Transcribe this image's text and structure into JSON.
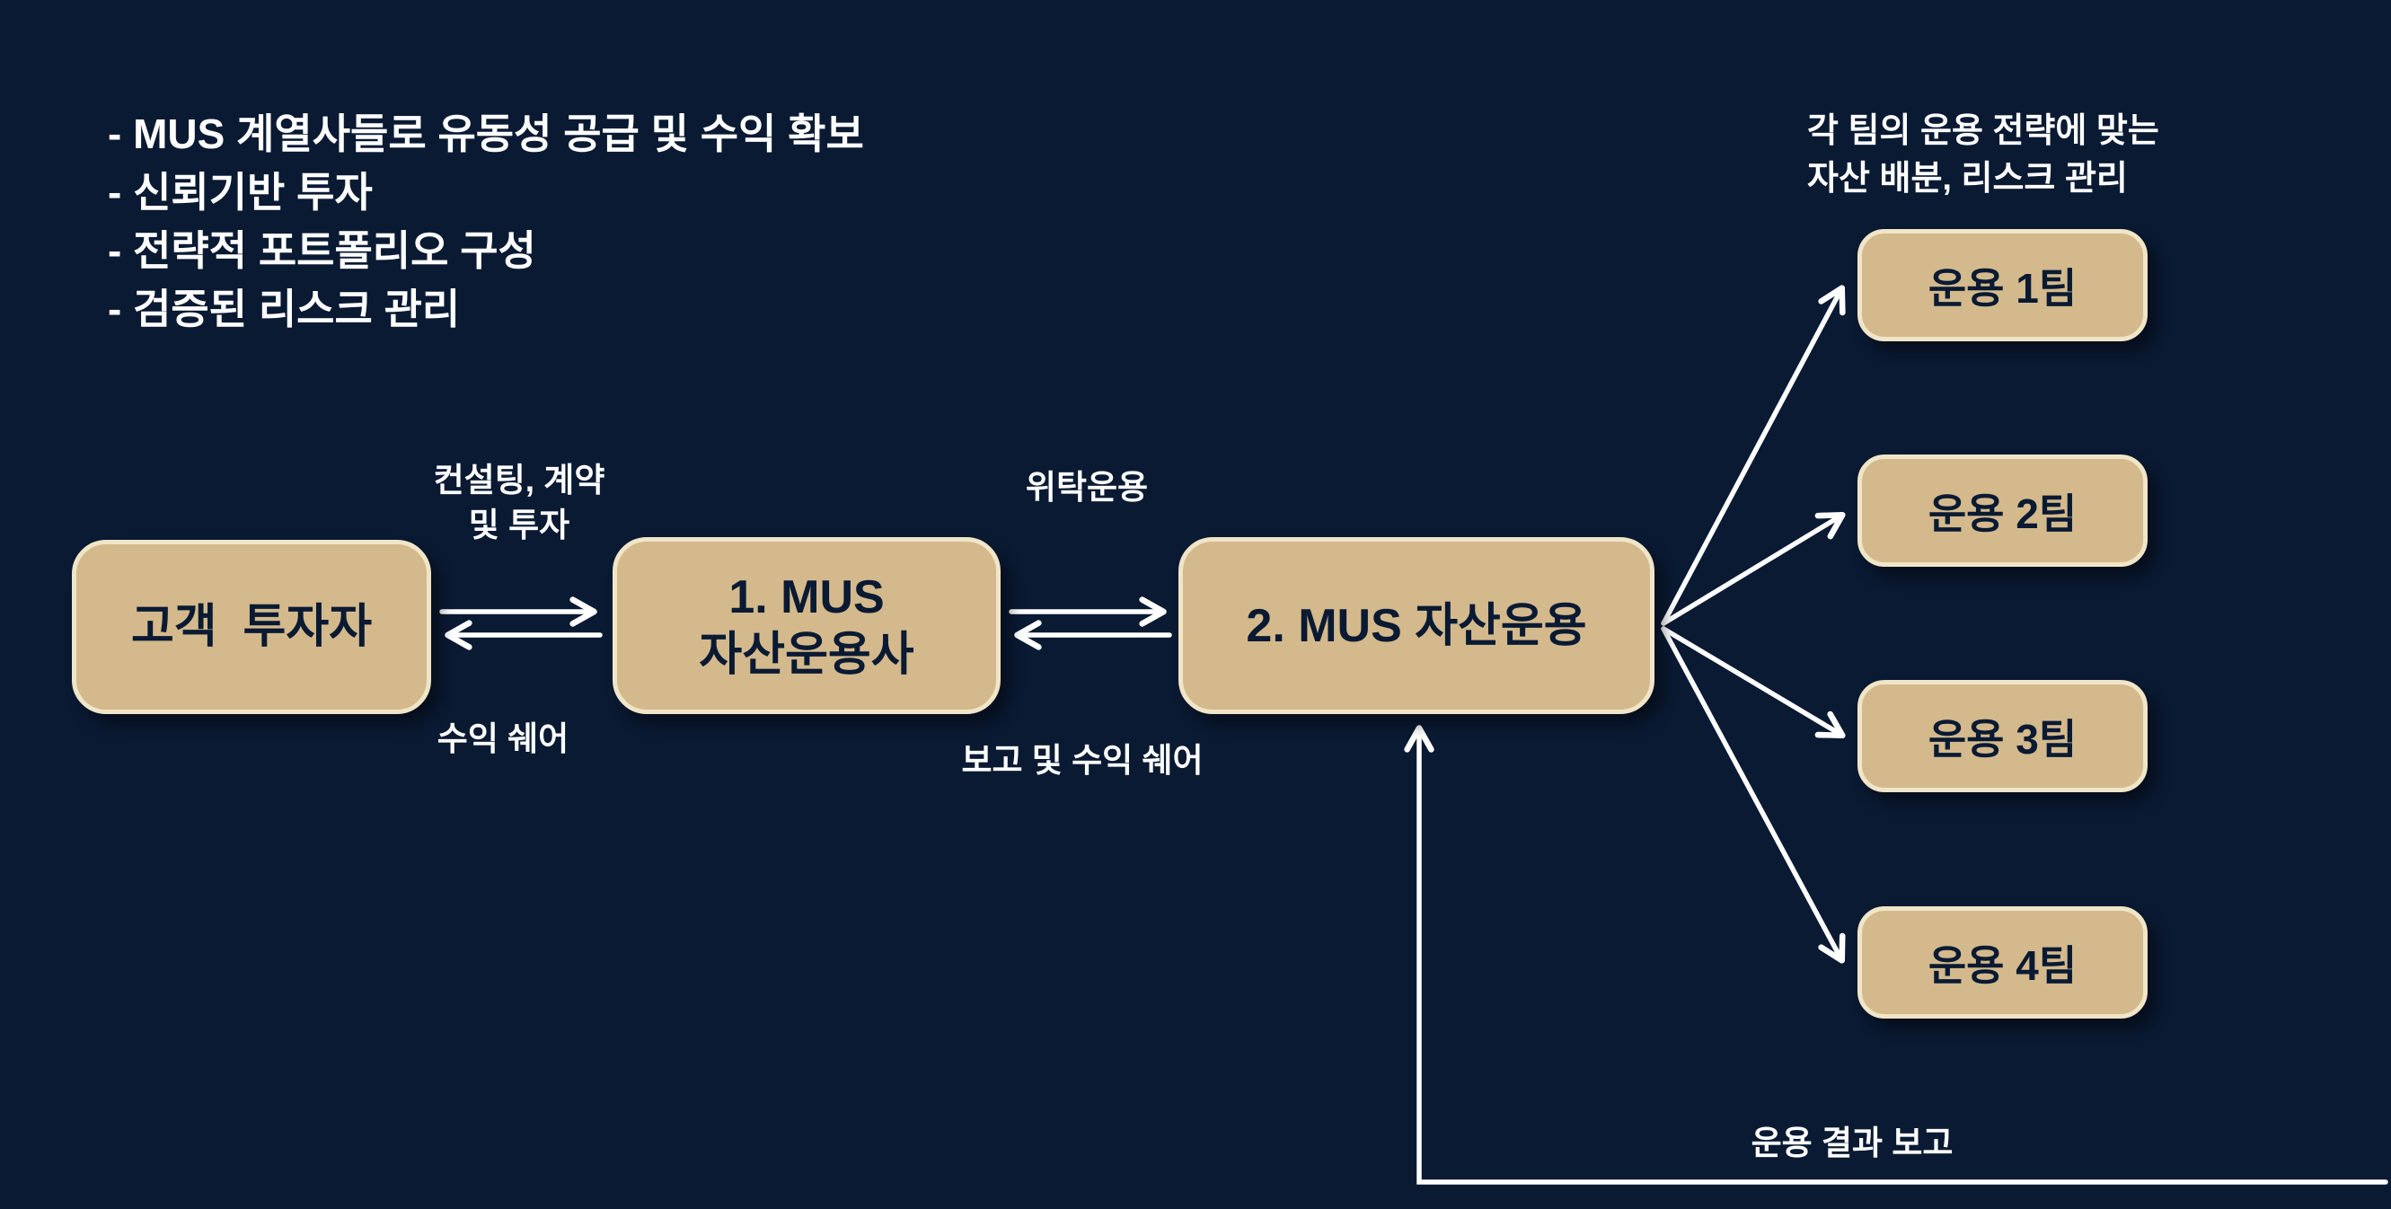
{
  "canvas": {
    "background": "#0a1a33"
  },
  "colors": {
    "box_fill": "#d3b98c",
    "box_border": "#f0e5c7",
    "box_text": "#0a1a33",
    "text": "#ffffff",
    "arrow": "#ffffff"
  },
  "bullets": {
    "items": [
      "- MUS 계열사들로 유동성 공급 및 수익 확보",
      "- 신뢰기반 투자",
      "- 전략적 포트폴리오 구성",
      "- 검증된 리스크 관리"
    ]
  },
  "top_right_note": {
    "line1": "각 팀의 운용 전략에 맞는",
    "line2": "자산 배분, 리스크 관리"
  },
  "nodes": {
    "client": {
      "label": "고객  투자자"
    },
    "mus_manager": {
      "line1": "1. MUS",
      "line2": "자산운용사"
    },
    "mus_asset": {
      "label": "2. MUS 자산운용"
    },
    "teams": [
      {
        "label": "운용 1팀"
      },
      {
        "label": "운용 2팀"
      },
      {
        "label": "운용 3팀"
      },
      {
        "label": "운용 4팀"
      }
    ]
  },
  "edge_labels": {
    "consulting": {
      "line1": "컨설팅, 계약",
      "line2": "및 투자"
    },
    "profit_share": "수익 쉐어",
    "entrusted": "위탁운용",
    "report_share": "보고 및 수익 쉐어",
    "result_report": "운용 결과 보고"
  }
}
